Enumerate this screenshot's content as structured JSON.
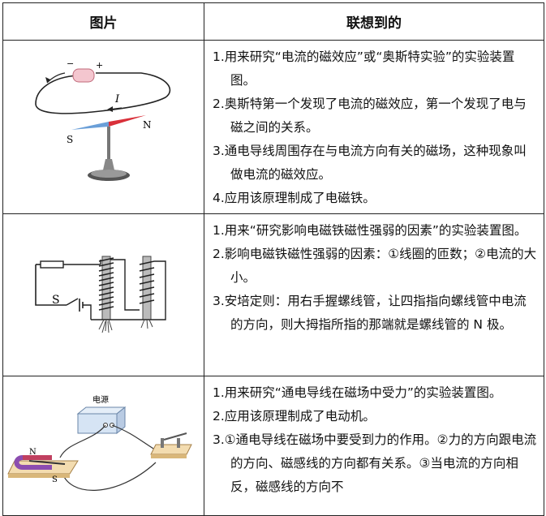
{
  "header": {
    "col1": "图片",
    "col2": "联想到的"
  },
  "figures": {
    "fig1": {
      "minus": "−",
      "plus": "+",
      "current": "I",
      "south": "S",
      "north": "N"
    },
    "fig2": {
      "switch": "S"
    },
    "fig3": {
      "power": "电源",
      "north": "N",
      "south": "S"
    }
  },
  "rows": [
    {
      "items": [
        "1.用来研究“电流的磁效应”或“奥斯特实验”的实验装置图。",
        "2.奥斯特第一个发现了电流的磁效应，第一个发现了电与磁之间的关系。",
        "3.通电导线周围存在与电流方向有关的磁场，这种现象叫做电流的磁效应。",
        "4.应用该原理制成了电磁铁。"
      ]
    },
    {
      "items": [
        "1.用来“研究影响电磁铁磁性强弱的因素”的实验装置图。",
        "2.影响电磁铁磁性强弱的因素：①线圈的匝数；②电流的大小。",
        "3.安培定则：用右手握螺线管，让四指指向螺线管中电流的方向，则大拇指所指的那端就是螺线管的 N 极。"
      ]
    },
    {
      "items": [
        "1.用来研究“通电导线在磁场中受力”的实验装置图。",
        "2.应用该原理制成了电动机。",
        "3.①通电导线在磁场中要受到力的作用。②力的方向跟电流的方向、磁感线的方向都有关系。③当电流的方向相反，磁感线的方向不"
      ]
    }
  ]
}
